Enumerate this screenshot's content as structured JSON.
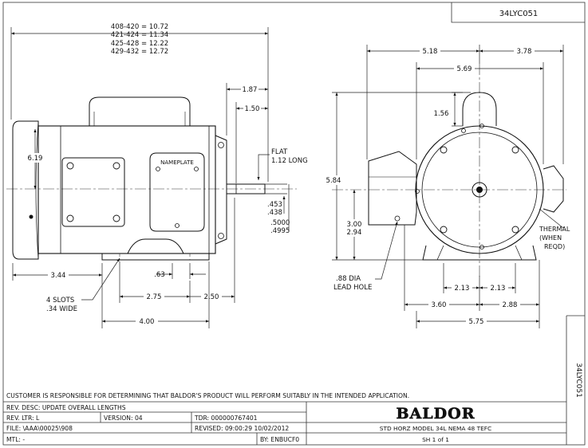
{
  "drawing_number": "34LYC051",
  "side_drawing_number": "34LYC051",
  "side_view": {
    "overall_lengths": [
      "408-420 = 10.72",
      "421-424 = 11.34",
      "425-428 = 12.22",
      "429-432 = 12.72"
    ],
    "dims": {
      "shaft_extension": "1.87",
      "flat_length": "1.50",
      "flat_label": [
        "FLAT",
        "1.12 LONG"
      ],
      "height": "6.19",
      "nameplate": "NAMEPLATE",
      "flat_depth": [
        ".453",
        ".438"
      ],
      "shaft_dia": [
        ".5000",
        ".4995"
      ],
      "foot_to_end": "3.44",
      "foot_slot": ".63",
      "slots": [
        "4 SLOTS",
        ".34 WIDE"
      ],
      "bolt_half": "2.75",
      "shoulder": "2.50",
      "bolt_spacing": "4.00"
    }
  },
  "end_view": {
    "dims": {
      "left_width": "5.18",
      "right_width": "3.78",
      "conduit": "5.69",
      "lifting": "1.56",
      "shaft_height": "5.84",
      "base_height": [
        "3.00",
        "2.94"
      ],
      "thermal": [
        "THERMAL",
        "(WHEN",
        "REQD)"
      ],
      "lead_hole": [
        ".88 DIA",
        "LEAD HOLE"
      ],
      "half_left": "2.13",
      "half_right": "2.13",
      "base_left": "3.60",
      "base_right": "2.88",
      "base_total": "5.75"
    }
  },
  "disclaimer": "CUSTOMER IS RESPONSIBLE FOR DETERMINING THAT BALDOR'S PRODUCT WILL PERFORM SUITABLY IN THE INTENDED APPLICATION.",
  "title_block": {
    "rev_desc": "REV. DESC: UPDATE OVERALL LENGTHS",
    "rev_ltr": "REV. LTR: L",
    "version": "VERSION: 04",
    "tdr": "TDR: 000000767401",
    "file": "FILE: \\AAA\\00025\\908",
    "revised": "REVISED: 09:00:29 10/02/2012",
    "mtl": "MTL: -",
    "by": "BY: ENBUCF0",
    "brand": "BALDOR",
    "description": "STD HORZ MODEL 34L NEMA 48 TEFC",
    "sheet": "SH 1 of 1"
  }
}
